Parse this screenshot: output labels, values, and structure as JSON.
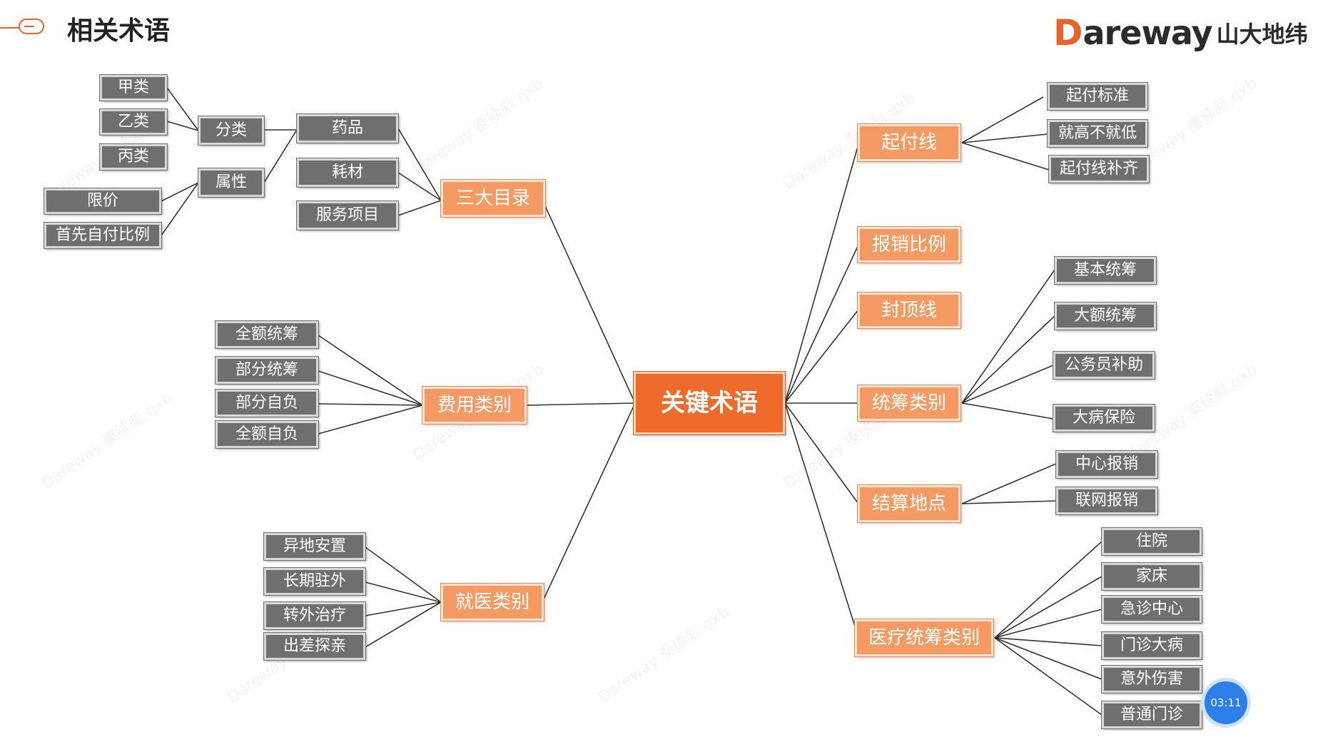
{
  "page_title": "相关术语",
  "logo": {
    "d_letter": "D",
    "word": "areway",
    "cn": "山大地纬"
  },
  "timer": "03:11",
  "watermark_text": "Dareway 秦续彪 qxb",
  "center": "关键术语",
  "branches": {
    "sanda": {
      "label": "三大目录",
      "items": {
        "yaopin": "药品",
        "haocai": "耗材",
        "fuwu": "服务项目"
      },
      "fenlei": {
        "label": "分类",
        "items": [
          "甲类",
          "乙类",
          "丙类"
        ]
      },
      "shuxing": {
        "label": "属性",
        "items": [
          "限价",
          "首先自付比例"
        ]
      }
    },
    "feiyong": {
      "label": "费用类别",
      "items": [
        "全额统筹",
        "部分统筹",
        "部分自负",
        "全额自负"
      ]
    },
    "jiuyi": {
      "label": "就医类别",
      "items": [
        "异地安置",
        "长期驻外",
        "转外治疗",
        "出差探亲"
      ]
    },
    "qifu": {
      "label": "起付线",
      "items": [
        "起付标准",
        "就高不就低",
        "起付线补齐"
      ]
    },
    "baoxiao": {
      "label": "报销比例"
    },
    "fengding": {
      "label": "封顶线"
    },
    "tongchou": {
      "label": "统筹类别",
      "items": [
        "基本统筹",
        "大额统筹",
        "公务员补助",
        "大病保险"
      ]
    },
    "jiesuan": {
      "label": "结算地点",
      "items": [
        "中心报销",
        "联网报销"
      ]
    },
    "yiliao": {
      "label": "医疗统筹类别",
      "items": [
        "住院",
        "家床",
        "急诊中心",
        "门诊大病",
        "意外伤害",
        "普通门诊"
      ]
    }
  },
  "colors": {
    "orange_node": "#f59a62",
    "center_node": "#ef6b2c",
    "gray_node": "#6f6f6f",
    "accent": "#e8632c"
  }
}
